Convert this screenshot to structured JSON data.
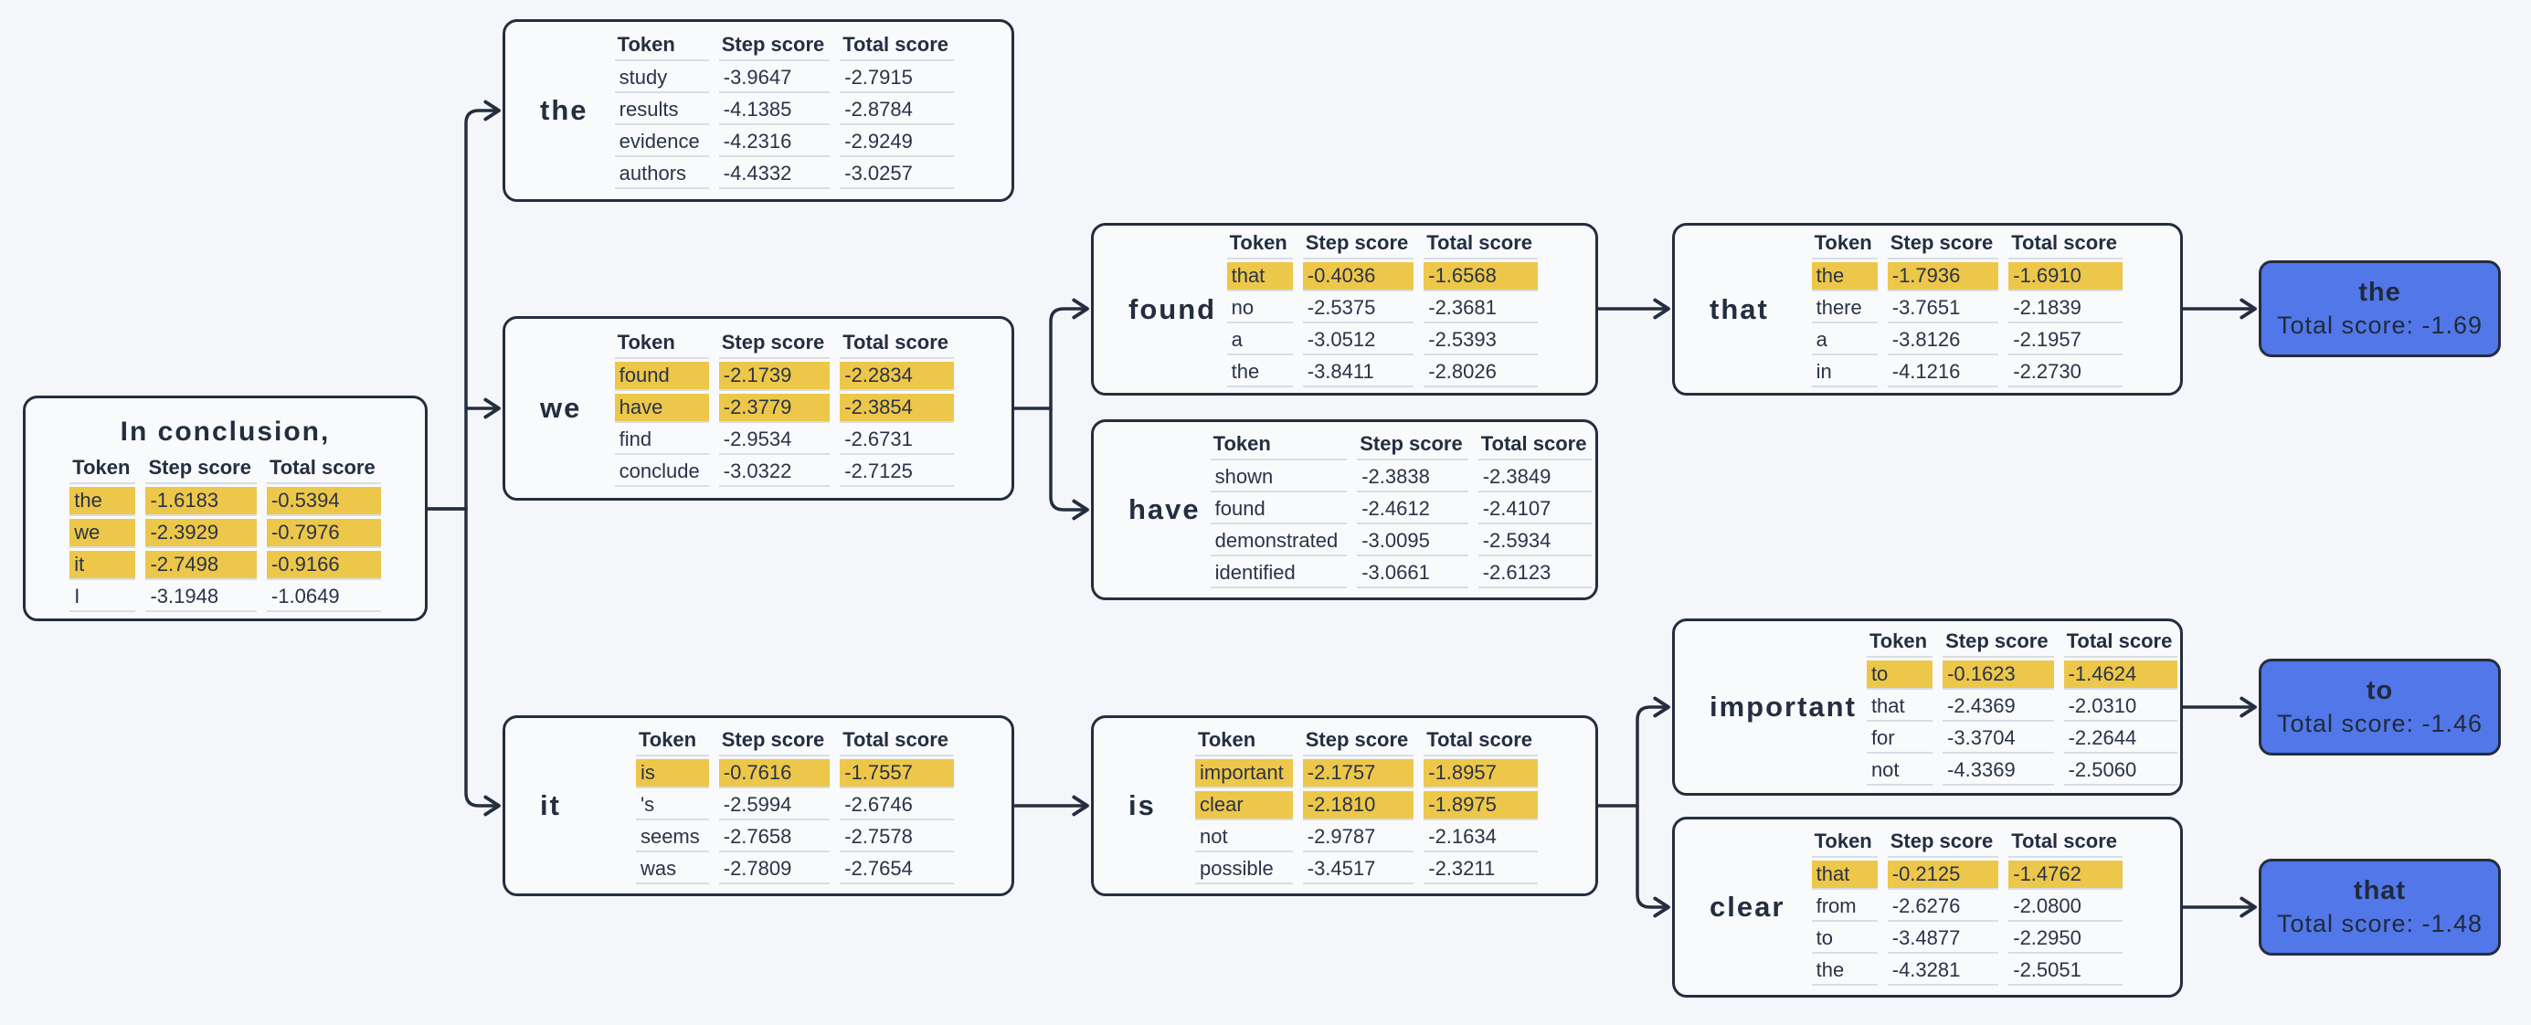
{
  "colors": {
    "background": "#f4f6f9",
    "node_background": "#f8fafc",
    "border": "#242e40",
    "highlight_yellow": "#edc74a",
    "result_blue": "#5277e8",
    "divider": "#d9dde4"
  },
  "columns": [
    "Token",
    "Step score",
    "Total score"
  ],
  "root": {
    "title": "In conclusion,",
    "rows": [
      {
        "token": "the",
        "step": "-1.6183",
        "total": "-0.5394",
        "hl": true
      },
      {
        "token": "we",
        "step": "-2.3929",
        "total": "-0.7976",
        "hl": true
      },
      {
        "token": "it",
        "step": "-2.7498",
        "total": "-0.9166",
        "hl": true
      },
      {
        "token": "I",
        "step": "-3.1948",
        "total": "-1.0649",
        "hl": false
      }
    ]
  },
  "nodes": {
    "the": {
      "label": "the",
      "rows": [
        {
          "token": "study",
          "step": "-3.9647",
          "total": "-2.7915",
          "hl": false
        },
        {
          "token": "results",
          "step": "-4.1385",
          "total": "-2.8784",
          "hl": false
        },
        {
          "token": "evidence",
          "step": "-4.2316",
          "total": "-2.9249",
          "hl": false
        },
        {
          "token": "authors",
          "step": "-4.4332",
          "total": "-3.0257",
          "hl": false
        }
      ]
    },
    "we": {
      "label": "we",
      "rows": [
        {
          "token": "found",
          "step": "-2.1739",
          "total": "-2.2834",
          "hl": true
        },
        {
          "token": "have",
          "step": "-2.3779",
          "total": "-2.3854",
          "hl": true
        },
        {
          "token": "find",
          "step": "-2.9534",
          "total": "-2.6731",
          "hl": false
        },
        {
          "token": "conclude",
          "step": "-3.0322",
          "total": "-2.7125",
          "hl": false
        }
      ]
    },
    "it": {
      "label": "it",
      "rows": [
        {
          "token": "is",
          "step": "-0.7616",
          "total": "-1.7557",
          "hl": true
        },
        {
          "token": "'s",
          "step": "-2.5994",
          "total": "-2.6746",
          "hl": false
        },
        {
          "token": "seems",
          "step": "-2.7658",
          "total": "-2.7578",
          "hl": false
        },
        {
          "token": "was",
          "step": "-2.7809",
          "total": "-2.7654",
          "hl": false
        }
      ]
    },
    "found": {
      "label": "found",
      "rows": [
        {
          "token": "that",
          "step": "-0.4036",
          "total": "-1.6568",
          "hl": true
        },
        {
          "token": "no",
          "step": "-2.5375",
          "total": "-2.3681",
          "hl": false
        },
        {
          "token": "a",
          "step": "-3.0512",
          "total": "-2.5393",
          "hl": false
        },
        {
          "token": "the",
          "step": "-3.8411",
          "total": "-2.8026",
          "hl": false
        }
      ]
    },
    "have": {
      "label": "have",
      "rows": [
        {
          "token": "shown",
          "step": "-2.3838",
          "total": "-2.3849",
          "hl": false
        },
        {
          "token": "found",
          "step": "-2.4612",
          "total": "-2.4107",
          "hl": false
        },
        {
          "token": "demonstrated",
          "step": "-3.0095",
          "total": "-2.5934",
          "hl": false
        },
        {
          "token": "identified",
          "step": "-3.0661",
          "total": "-2.6123",
          "hl": false
        }
      ]
    },
    "is": {
      "label": "is",
      "rows": [
        {
          "token": "important",
          "step": "-2.1757",
          "total": "-1.8957",
          "hl": true
        },
        {
          "token": "clear",
          "step": "-2.1810",
          "total": "-1.8975",
          "hl": true
        },
        {
          "token": "not",
          "step": "-2.9787",
          "total": "-2.1634",
          "hl": false
        },
        {
          "token": "possible",
          "step": "-3.4517",
          "total": "-2.3211",
          "hl": false
        }
      ]
    },
    "that": {
      "label": "that",
      "rows": [
        {
          "token": "the",
          "step": "-1.7936",
          "total": "-1.6910",
          "hl": true
        },
        {
          "token": "there",
          "step": "-3.7651",
          "total": "-2.1839",
          "hl": false
        },
        {
          "token": "a",
          "step": "-3.8126",
          "total": "-2.1957",
          "hl": false
        },
        {
          "token": "in",
          "step": "-4.1216",
          "total": "-2.2730",
          "hl": false
        }
      ]
    },
    "important": {
      "label": "important",
      "rows": [
        {
          "token": "to",
          "step": "-0.1623",
          "total": "-1.4624",
          "hl": true
        },
        {
          "token": "that",
          "step": "-2.4369",
          "total": "-2.0310",
          "hl": false
        },
        {
          "token": "for",
          "step": "-3.3704",
          "total": "-2.2644",
          "hl": false
        },
        {
          "token": "not",
          "step": "-4.3369",
          "total": "-2.5060",
          "hl": false
        }
      ]
    },
    "clear": {
      "label": "clear",
      "rows": [
        {
          "token": "that",
          "step": "-0.2125",
          "total": "-1.4762",
          "hl": true
        },
        {
          "token": "from",
          "step": "-2.6276",
          "total": "-2.0800",
          "hl": false
        },
        {
          "token": "to",
          "step": "-3.4877",
          "total": "-2.2950",
          "hl": false
        },
        {
          "token": "the",
          "step": "-4.3281",
          "total": "-2.5051",
          "hl": false
        }
      ]
    }
  },
  "leaves": [
    {
      "label": "the",
      "score": "Total score: -1.69"
    },
    {
      "label": "to",
      "score": "Total score: -1.46"
    },
    {
      "label": "that",
      "score": "Total score: -1.48"
    }
  ]
}
